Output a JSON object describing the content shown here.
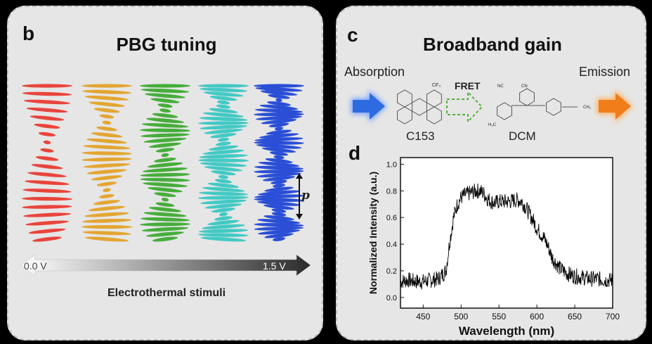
{
  "panel_b": {
    "label": "b",
    "title": "PBG tuning",
    "pitch_symbol": "p",
    "arrow_left": "0.0 V",
    "arrow_right": "1.5 V",
    "stimuli_label": "Electrothermal stimuli",
    "helix_colors": [
      "#e8453c",
      "#e3a633",
      "#46ad3b",
      "#43c9c4",
      "#2a4fd6"
    ]
  },
  "panel_c": {
    "label": "c",
    "title": "Broadband gain",
    "absorption": "Absorption",
    "emission": "Emission",
    "fret": "FRET",
    "molecule1": "C153",
    "molecule2": "DCM",
    "cf3": "CF₃",
    "nc1": "NC",
    "nc2": "CN",
    "n_methyl": "CH₃",
    "ch3": "H₃C"
  },
  "panel_d": {
    "label": "d",
    "chart_data": {
      "type": "line",
      "xlabel": "Wavelength (nm)",
      "ylabel": "Normalized Intensity (a.u.)",
      "xlim": [
        420,
        700
      ],
      "ylim": [
        -0.08,
        1.05
      ],
      "xticks": [
        450,
        500,
        550,
        600,
        650,
        700
      ],
      "yticks": [
        0.0,
        0.2,
        0.4,
        0.6,
        0.8,
        1.0
      ],
      "x": [
        420,
        430,
        440,
        450,
        460,
        470,
        480,
        485,
        490,
        495,
        500,
        505,
        510,
        515,
        520,
        525,
        530,
        535,
        540,
        545,
        550,
        555,
        560,
        565,
        570,
        575,
        580,
        585,
        590,
        595,
        600,
        605,
        610,
        615,
        620,
        630,
        640,
        650,
        660,
        670,
        680,
        690,
        700
      ],
      "values": [
        0.12,
        0.13,
        0.12,
        0.12,
        0.13,
        0.14,
        0.2,
        0.42,
        0.6,
        0.7,
        0.75,
        0.77,
        0.78,
        0.79,
        0.8,
        0.8,
        0.78,
        0.74,
        0.72,
        0.71,
        0.72,
        0.72,
        0.72,
        0.72,
        0.73,
        0.73,
        0.72,
        0.68,
        0.63,
        0.58,
        0.52,
        0.48,
        0.44,
        0.38,
        0.3,
        0.22,
        0.18,
        0.16,
        0.15,
        0.14,
        0.14,
        0.13,
        0.13
      ]
    }
  }
}
